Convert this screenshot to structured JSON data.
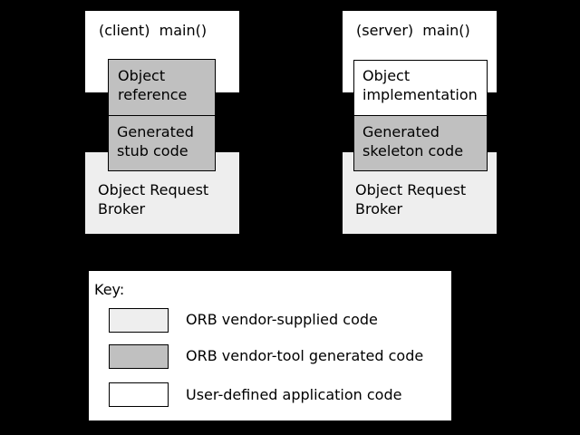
{
  "client": {
    "main_label": "(client)  main()",
    "reference_label": "Object\nreference",
    "stub_label": "Generated\nstub code",
    "orb_label": "Object Request\nBroker"
  },
  "server": {
    "main_label": "(server)  main()",
    "implementation_label": "Object\nimplementation",
    "skeleton_label": "Generated\nskeleton code",
    "orb_label": "Object Request\nBroker"
  },
  "key": {
    "title": "Key:",
    "items": [
      {
        "label": "ORB vendor-supplied code",
        "color": "#eeeeee"
      },
      {
        "label": "ORB vendor-tool generated code",
        "color": "#c0c0c0"
      },
      {
        "label": "User-defined application code",
        "color": "#ffffff"
      }
    ]
  }
}
